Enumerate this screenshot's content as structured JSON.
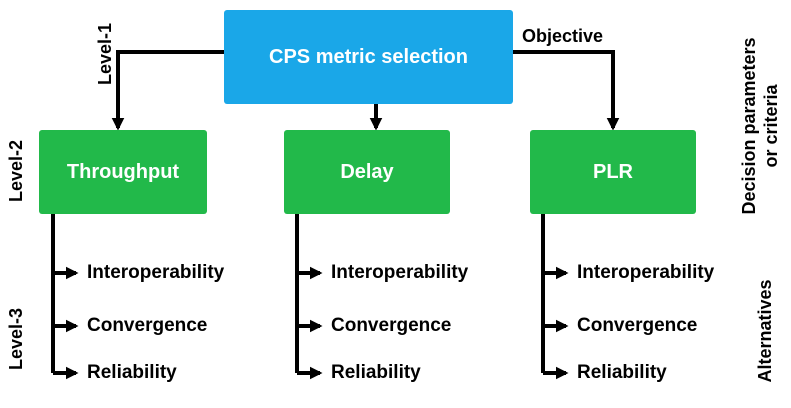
{
  "root": {
    "label": "CPS metric selection"
  },
  "edge_labels": {
    "left": "Level-1",
    "right": "Objective"
  },
  "criteria": [
    {
      "label": "Throughput",
      "alternatives": [
        "Interoperability",
        "Convergence",
        "Reliability"
      ]
    },
    {
      "label": "Delay",
      "alternatives": [
        "Interoperability",
        "Convergence",
        "Reliability"
      ]
    },
    {
      "label": "PLR",
      "alternatives": [
        "Interoperability",
        "Convergence",
        "Reliability"
      ]
    }
  ],
  "side_labels": {
    "level2": "Level-2",
    "level3": "Level-3",
    "criteria_line1": "Decision parameters",
    "criteria_line2": "or criteria",
    "alternatives": "Alternatives"
  },
  "colors": {
    "root": "#1aa7e8",
    "criteria": "#22b94a",
    "line": "#000000"
  }
}
